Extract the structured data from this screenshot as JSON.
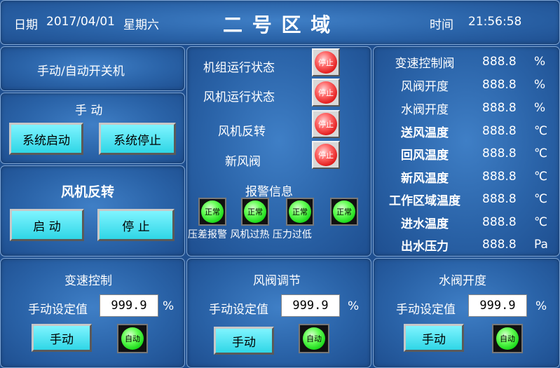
{
  "header": {
    "date_label": "日期",
    "date_value": "2017/04/01",
    "weekday": "星期六",
    "title": "二 号 区 域",
    "time_label": "时间",
    "time_value": "21:56:58"
  },
  "left": {
    "auto_title": "手动/自动开关机",
    "manual_title": "手 动",
    "system_start": "系统启动",
    "system_stop": "系统停止",
    "fan_reverse_title": "风机反转",
    "start": "启 动",
    "stop": "停 止"
  },
  "status": {
    "items": [
      {
        "label": "机组运行状态",
        "lamp": "停止"
      },
      {
        "label": "风机运行状态",
        "lamp": "停止"
      },
      {
        "label": "风机反转",
        "lamp": "停止"
      },
      {
        "label": "新风阀",
        "lamp": "停止"
      }
    ],
    "alarm_title": "报警信息",
    "alarm_lamps": [
      "正常",
      "正常",
      "正常",
      "正常"
    ],
    "alarm_labels": "压差报警 风机过热 压力过低"
  },
  "readings": [
    {
      "label": "变速控制阀",
      "value": "888.8",
      "unit": "%"
    },
    {
      "label": "风阀开度",
      "value": "888.8",
      "unit": "%"
    },
    {
      "label": "水阀开度",
      "value": "888.8",
      "unit": "%"
    },
    {
      "label": "送风温度",
      "value": "888.8",
      "unit": "℃"
    },
    {
      "label": "回风温度",
      "value": "888.8",
      "unit": "℃"
    },
    {
      "label": "新风温度",
      "value": "888.8",
      "unit": "℃"
    },
    {
      "label": "工作区域温度",
      "value": "888.8",
      "unit": "℃"
    },
    {
      "label": "进水温度",
      "value": "888.8",
      "unit": "℃"
    },
    {
      "label": "出水压力",
      "value": "888.8",
      "unit": "Pa"
    }
  ],
  "bottom": [
    {
      "title": "变速控制",
      "set_label": "手动设定值",
      "value": "999.9",
      "unit": "%",
      "manual": "手动",
      "auto": "自动"
    },
    {
      "title": "风阀调节",
      "set_label": "手动设定值",
      "value": "999.9",
      "unit": "%",
      "manual": "手动",
      "auto": "自动"
    },
    {
      "title": "水阀开度",
      "set_label": "手动设定值",
      "value": "999.9",
      "unit": "%",
      "manual": "手动",
      "auto": "自动"
    }
  ]
}
